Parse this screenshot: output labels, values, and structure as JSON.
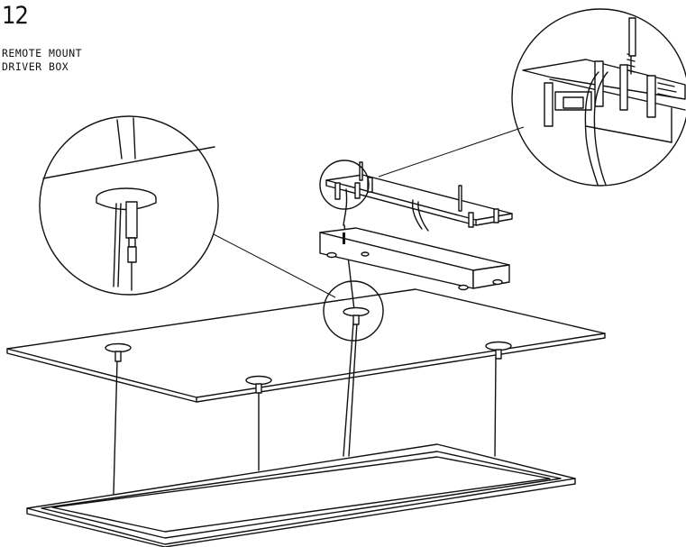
{
  "step": {
    "number": "12"
  },
  "caption": {
    "line1": "REMOTE MOUNT",
    "line2": "DRIVER BOX"
  },
  "colors": {
    "ink": "#111111",
    "paper": "#ffffff"
  }
}
